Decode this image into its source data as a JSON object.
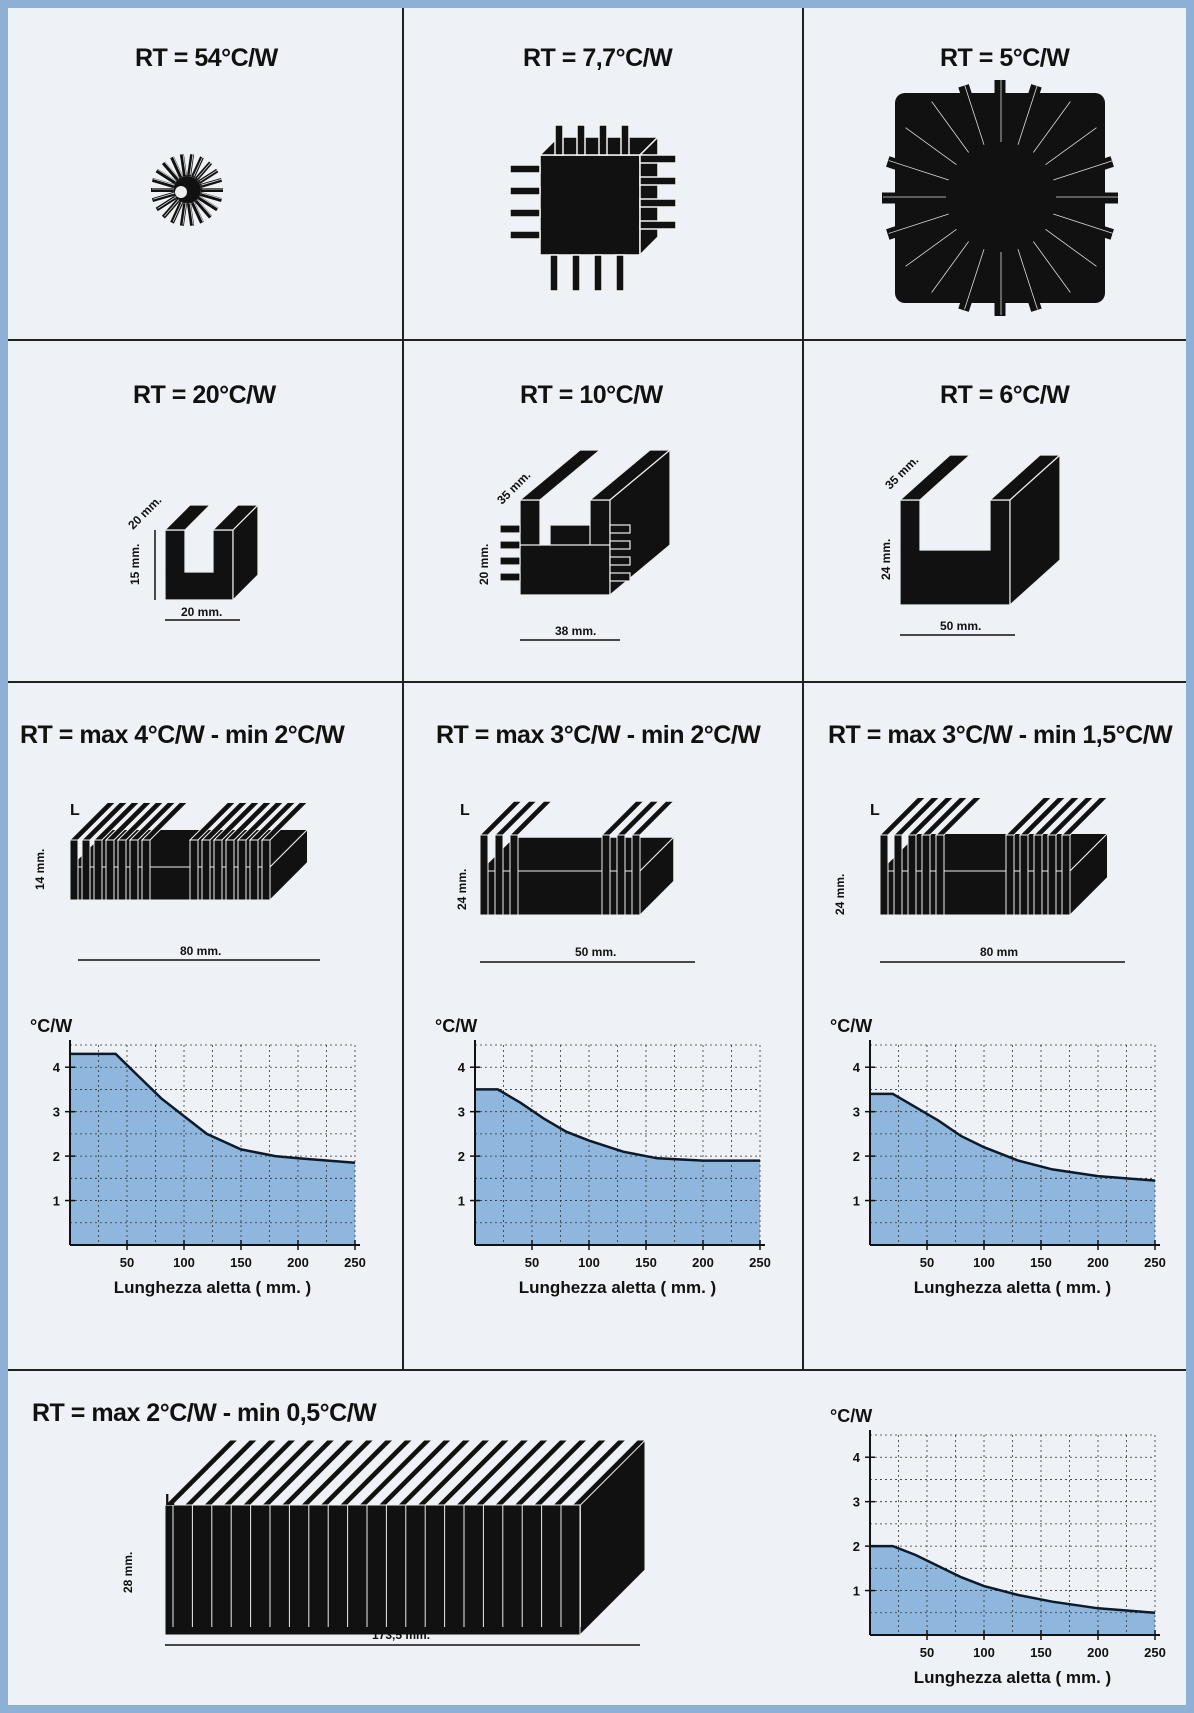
{
  "panels": [
    {
      "id": "p1",
      "rt": "RT = 54°C/W"
    },
    {
      "id": "p2",
      "rt": "RT = 7,7°C/W"
    },
    {
      "id": "p3",
      "rt": "RT = 5°C/W"
    },
    {
      "id": "p4",
      "rt": "RT = 20°C/W",
      "dims": {
        "depth": "20 mm.",
        "height": "15 mm.",
        "width": "20 mm."
      }
    },
    {
      "id": "p5",
      "rt": "RT = 10°C/W",
      "dims": {
        "depth": "35 mm.",
        "height": "20 mm.",
        "width": "38 mm."
      }
    },
    {
      "id": "p6",
      "rt": "RT = 6°C/W",
      "dims": {
        "depth": "35 mm.",
        "height": "24 mm.",
        "width": "50 mm."
      }
    },
    {
      "id": "p7",
      "rt": "RT =  max 4°C/W  -  min 2°C/W",
      "dims": {
        "fin": "L",
        "height": "14 mm.",
        "width": "80 mm."
      }
    },
    {
      "id": "p8",
      "rt": "RT =  max 3°C/W  -  min 2°C/W",
      "dims": {
        "fin": "L",
        "height": "24 mm.",
        "width": "50 mm."
      }
    },
    {
      "id": "p9",
      "rt": "RT =  max 3°C/W  -  min 1,5°C/W",
      "dims": {
        "fin": "L",
        "height": "24 mm.",
        "width": "80 mm"
      }
    },
    {
      "id": "p10",
      "rt": "RT =  max 2°C/W  -  min 0,5°C/W",
      "dims": {
        "fin": "L",
        "height": "28 mm.",
        "width": "173,5 mm."
      }
    }
  ],
  "chart_data": [
    {
      "type": "area",
      "ylabel": "°C/W",
      "xlabel": "Lunghezza aletta  ( mm. )",
      "xticks": [
        50,
        100,
        150,
        200,
        250
      ],
      "yticks": [
        1,
        2,
        3,
        4
      ],
      "xlim": [
        0,
        250
      ],
      "ylim": [
        0,
        4.5
      ],
      "x": [
        0,
        40,
        60,
        80,
        100,
        120,
        150,
        180,
        200,
        250
      ],
      "y": [
        4.3,
        4.3,
        3.8,
        3.3,
        2.9,
        2.5,
        2.15,
        2.0,
        1.95,
        1.85
      ],
      "grid": true
    },
    {
      "type": "area",
      "ylabel": "°C/W",
      "xlabel": "Lunghezza aletta  ( mm. )",
      "xticks": [
        50,
        100,
        150,
        200,
        250
      ],
      "yticks": [
        1,
        2,
        3,
        4
      ],
      "xlim": [
        0,
        250
      ],
      "ylim": [
        0,
        4.5
      ],
      "x": [
        0,
        20,
        40,
        60,
        80,
        100,
        130,
        160,
        200,
        250
      ],
      "y": [
        3.5,
        3.5,
        3.2,
        2.85,
        2.55,
        2.35,
        2.1,
        1.95,
        1.9,
        1.9
      ],
      "grid": true
    },
    {
      "type": "area",
      "ylabel": "°C/W",
      "xlabel": "Lunghezza aletta  ( mm. )",
      "xticks": [
        50,
        100,
        150,
        200,
        250
      ],
      "yticks": [
        1,
        2,
        3,
        4
      ],
      "xlim": [
        0,
        250
      ],
      "ylim": [
        0,
        4.5
      ],
      "x": [
        0,
        20,
        40,
        60,
        80,
        100,
        130,
        160,
        200,
        250
      ],
      "y": [
        3.4,
        3.4,
        3.1,
        2.8,
        2.45,
        2.2,
        1.9,
        1.7,
        1.55,
        1.45
      ],
      "grid": true
    },
    {
      "type": "area",
      "ylabel": "°C/W",
      "xlabel": "Lunghezza aletta  ( mm. )",
      "xticks": [
        50,
        100,
        150,
        200,
        250
      ],
      "yticks": [
        1,
        2,
        3,
        4
      ],
      "xlim": [
        0,
        250
      ],
      "ylim": [
        0,
        4.5
      ],
      "x": [
        0,
        20,
        40,
        60,
        80,
        100,
        130,
        160,
        200,
        250
      ],
      "y": [
        2.0,
        2.0,
        1.8,
        1.55,
        1.3,
        1.1,
        0.9,
        0.75,
        0.6,
        0.5
      ],
      "grid": true
    }
  ]
}
